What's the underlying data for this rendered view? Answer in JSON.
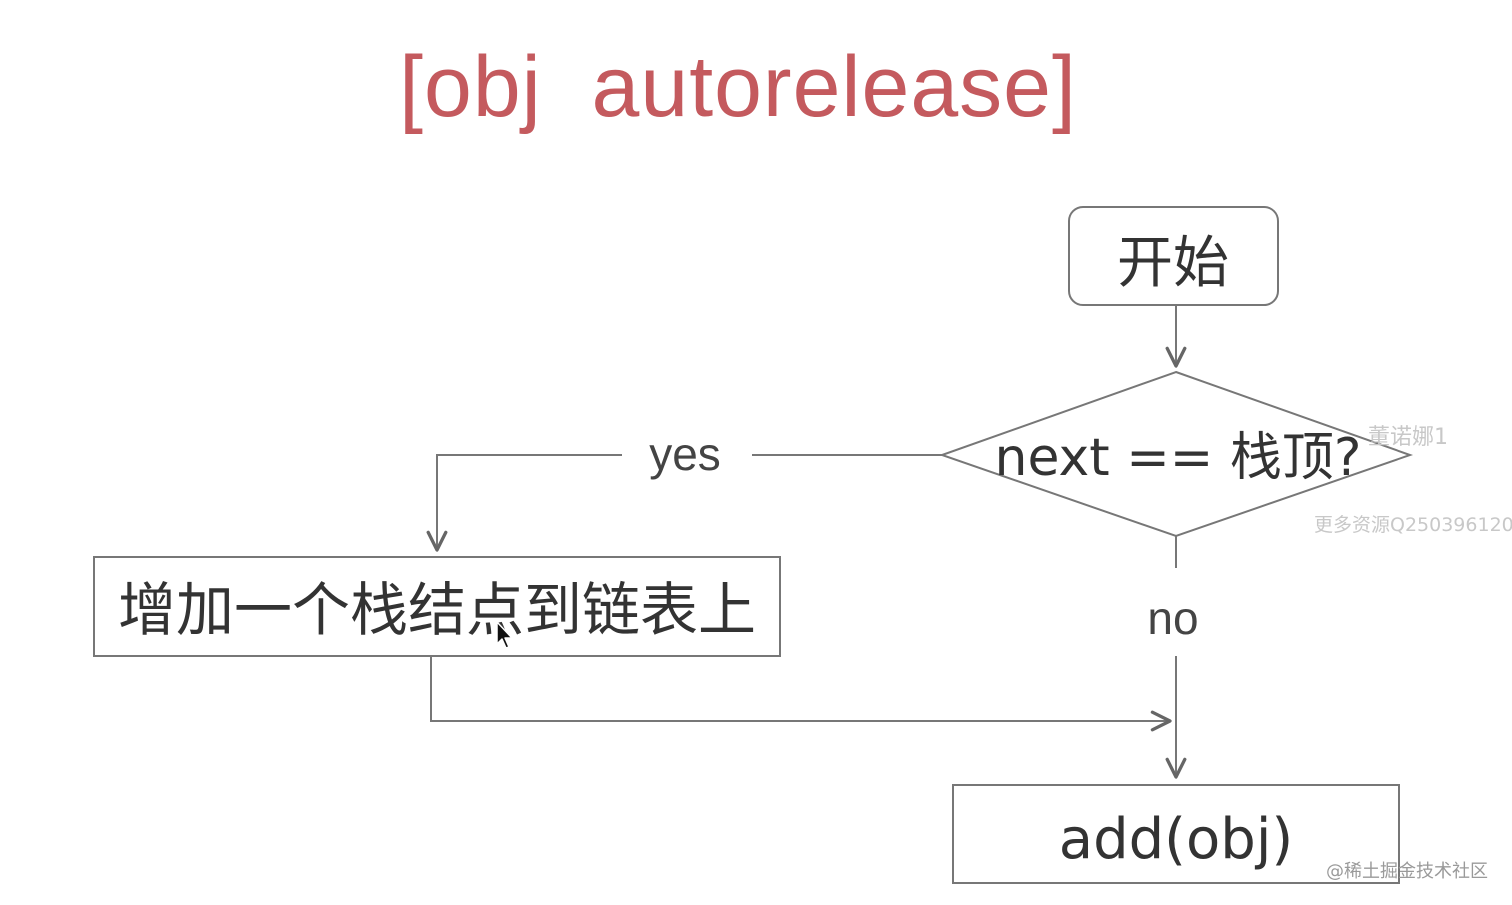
{
  "diagram": {
    "title": "[obj  autorelease]",
    "nodes": {
      "start": "开始",
      "decision": "next == 栈顶?",
      "add_node": "增加一个栈结点到链表上",
      "add_obj": "add(obj)"
    },
    "edges": {
      "yes_label": "yes",
      "no_label": "no"
    },
    "colors": {
      "title": "#c45a5e",
      "line": "#777777",
      "text": "#333333"
    }
  },
  "overlay": {
    "watermark_name": "董诺娜1",
    "watermark_resource": "更多资源Q250396120",
    "watermark_site": "@稀土掘金技术社区",
    "cursor": "mouse-pointer-icon"
  }
}
